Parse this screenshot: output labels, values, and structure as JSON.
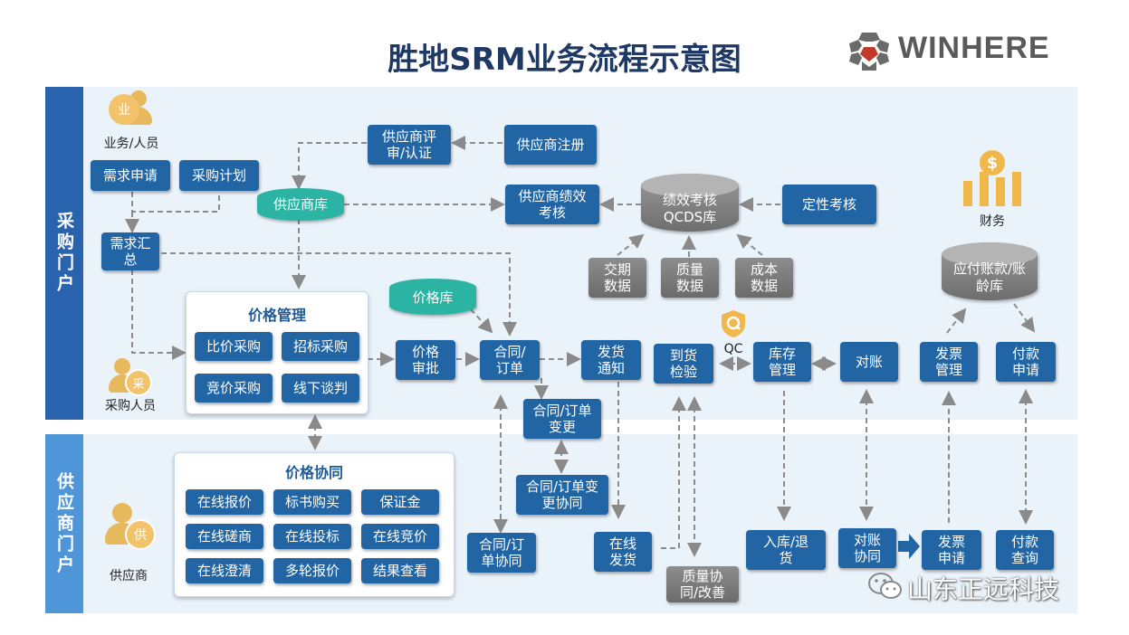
{
  "title": "胜地SRM业务流程示意图",
  "logo": {
    "text": "WINHERE"
  },
  "lanes": {
    "purchase": "采购门户",
    "supplier": "供应商门户"
  },
  "actors": {
    "business": "业务/人员",
    "business_badge": "业",
    "buyer": "采购人员",
    "buyer_badge": "采",
    "supplier": "供应商",
    "supplier_badge": "供",
    "finance": "财务",
    "qc": "QC"
  },
  "nodes": {
    "demand_request": "需求申请",
    "purchase_plan": "采购计划",
    "demand_summary": "需求汇总",
    "supplier_review": "供应商评审/认证",
    "supplier_register": "供应商注册",
    "supplier_pool": "供应商库",
    "supplier_perf": "供应商绩效考核",
    "perf_db": "绩效考核QCDS库",
    "qualitative": "定性考核",
    "delivery_data": "交期数据",
    "quality_data": "质量数据",
    "cost_data": "成本数据",
    "payable_db": "应付账款/账龄库",
    "price_db": "价格库",
    "price_approval": "价格审批",
    "contract_order": "合同/订单",
    "ship_notice": "发货通知",
    "arrival_check": "到货检验",
    "inventory": "库存管理",
    "reconcile": "对账",
    "invoice_mgmt": "发票管理",
    "payment_request": "付款申请",
    "contract_change": "合同/订单变更",
    "contract_change_collab": "合同/订单变更协同",
    "contract_collab": "合同/订单协同",
    "online_ship": "在线发货",
    "quality_collab": "质量协同/改善",
    "in_out_stock": "入库/退货",
    "reconcile_collab": "对账协同",
    "invoice_apply": "发票申请",
    "payment_query": "付款查询"
  },
  "price_mgmt": {
    "title": "价格管理",
    "items": [
      "比价采购",
      "招标采购",
      "竞价采购",
      "线下谈判"
    ]
  },
  "price_collab": {
    "title": "价格协同",
    "items": [
      "在线报价",
      "标书购买",
      "保证金",
      "在线磋商",
      "在线投标",
      "在线竞价",
      "在线澄清",
      "多轮报价",
      "结果查看"
    ]
  },
  "watermark": "山东正远科技",
  "colors": {
    "box": "#2165a4",
    "lane_purchase": "#2a63ad",
    "lane_supplier": "#4f96d8",
    "teal": "#2bb3a3",
    "band": "#eaf2fa"
  }
}
